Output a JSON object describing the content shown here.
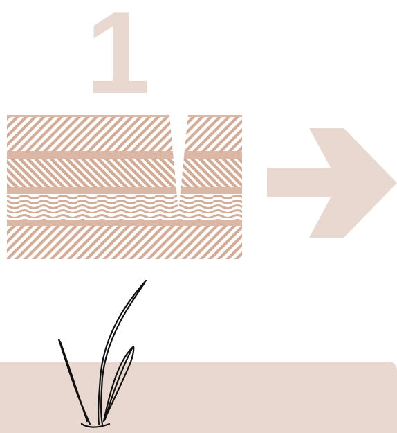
{
  "step": {
    "number": "1"
  },
  "colors": {
    "accent": "#e9d8cf",
    "stripe": "#d4ab94",
    "stripe_light": "#dbb8a5",
    "ink": "#111111",
    "background": "#ffffff"
  },
  "icons": {
    "arrow": "arrow-right-icon",
    "cut": "cut-notch-icon",
    "sprout": "sprout-icon"
  },
  "layers": [
    {
      "name": "top-layer",
      "pattern": "diagonal-right"
    },
    {
      "name": "second-layer",
      "pattern": "diagonal-left"
    },
    {
      "name": "third-layer",
      "pattern": "wavy"
    },
    {
      "name": "bottom-layer",
      "pattern": "diagonal-right"
    }
  ]
}
